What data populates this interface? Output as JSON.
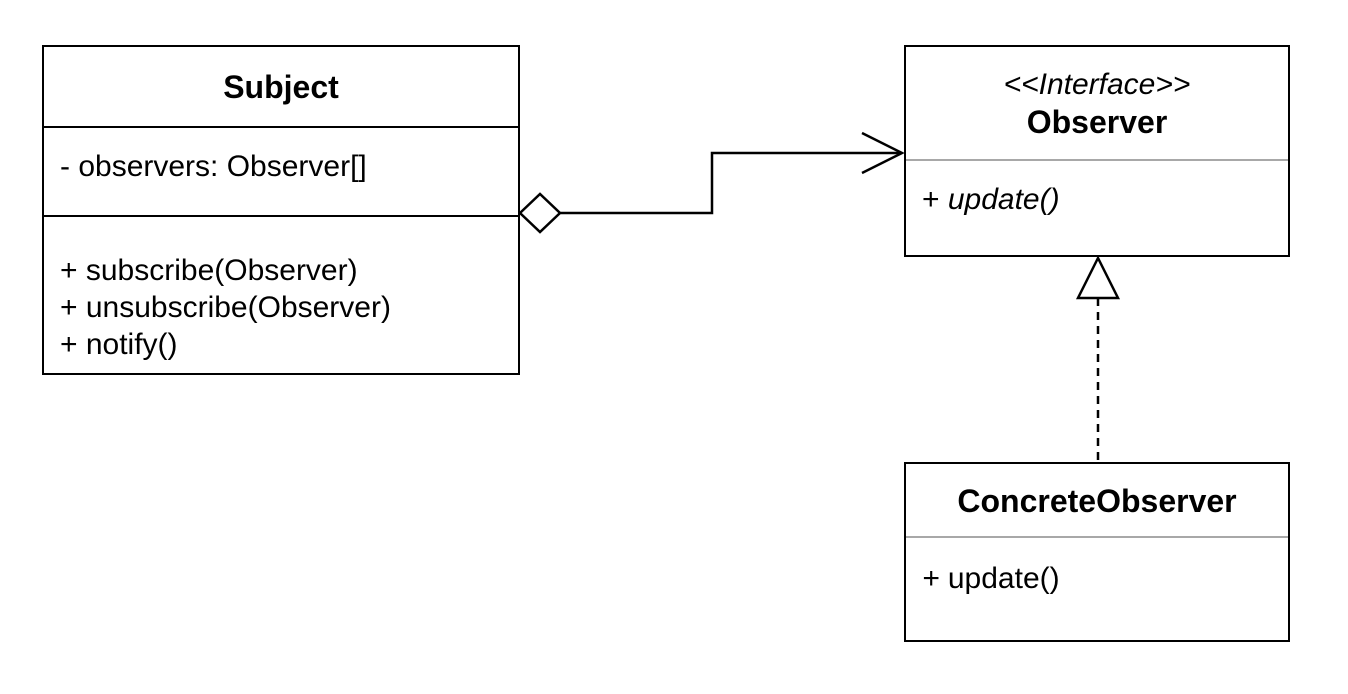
{
  "diagram": {
    "subject": {
      "name": "Subject",
      "attributes": [
        "- observers: Observer[]"
      ],
      "operations": [
        "+ subscribe(Observer)",
        "+ unsubscribe(Observer)",
        "+ notify()"
      ]
    },
    "observer": {
      "stereotype": "<<Interface>>",
      "name": "Observer",
      "operations": [
        "+ update()"
      ],
      "operations_italic": true
    },
    "concrete_observer": {
      "name": "ConcreteObserver",
      "operations": [
        "+ update()"
      ]
    },
    "relationships": [
      {
        "type": "aggregation",
        "from": "Subject",
        "to": "Observer"
      },
      {
        "type": "realization",
        "from": "ConcreteObserver",
        "to": "Observer"
      }
    ]
  }
}
